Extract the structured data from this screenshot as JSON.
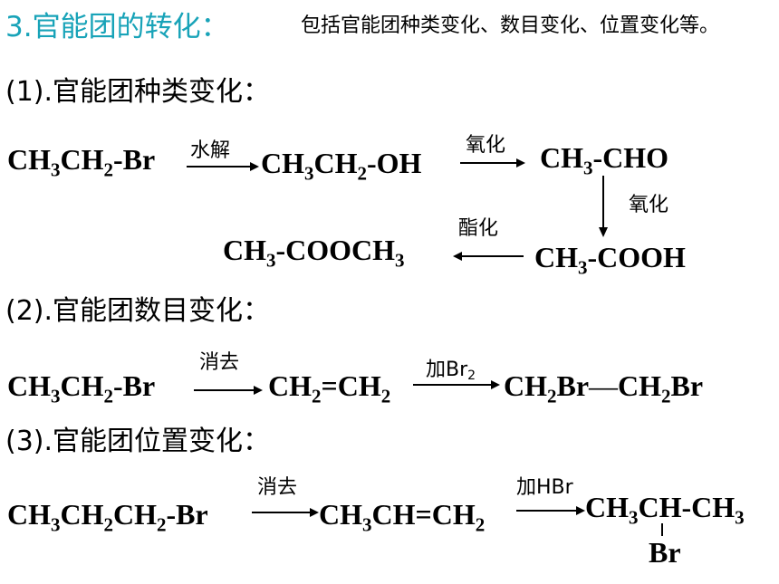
{
  "title": "3.官能团的转化：",
  "title_note": "包括官能团种类变化、数目变化、位置变化等。",
  "section1": {
    "heading": "(1).官能团种类变化：",
    "f1": {
      "a": "CH",
      "s1": "3",
      "b": "CH",
      "s2": "2",
      "c": "-Br"
    },
    "arrow1": "水解",
    "f2": {
      "a": "CH",
      "s1": "3",
      "b": "CH",
      "s2": "2",
      "c": "-OH"
    },
    "arrow2": "氧化",
    "f3": {
      "a": "CH",
      "s1": "3",
      "b": "-CHO"
    },
    "arrow3": "氧化",
    "f4": {
      "a": "CH",
      "s1": "3",
      "b": "-COOH"
    },
    "arrow4": "酯化",
    "f5": {
      "a": "CH",
      "s1": "3",
      "b": "-COOCH",
      "s2": "3"
    }
  },
  "section2": {
    "heading": "(2).官能团数目变化：",
    "f1": {
      "a": "CH",
      "s1": "3",
      "b": "CH",
      "s2": "2",
      "c": "-Br"
    },
    "arrow1": "消去",
    "f2": {
      "a": "CH",
      "s1": "2",
      "b": "=CH",
      "s2": "2"
    },
    "arrow2": {
      "a": "加Br",
      "s": "2"
    },
    "f3": {
      "a": "CH",
      "s1": "2",
      "b": "Br",
      "dash": "—",
      "c": "CH",
      "s2": "2",
      "d": "Br"
    }
  },
  "section3": {
    "heading": "(3).官能团位置变化：",
    "f1": {
      "a": "CH",
      "s1": "3",
      "b": "CH",
      "s2": "2",
      "c": "CH",
      "s3": "2",
      "d": "-Br"
    },
    "arrow1": "消去",
    "f2": {
      "a": "CH",
      "s1": "3",
      "b": "CH=CH",
      "s2": "2"
    },
    "arrow2": "加HBr",
    "f3": {
      "a": "CH",
      "s1": "3",
      "b": "CH-CH",
      "s2": "3",
      "br": "Br"
    }
  }
}
